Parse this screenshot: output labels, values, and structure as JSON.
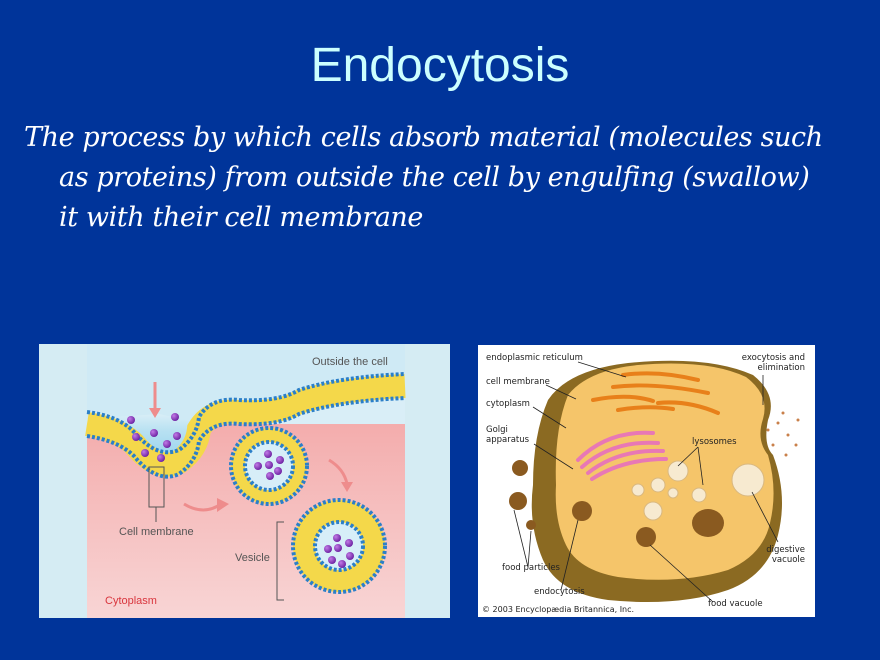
{
  "slide": {
    "title": "Endocytosis",
    "body_lines": [
      "The process by which cells absorb material (molecules such",
      "as proteins) from outside the cell by engulfing (swallow)",
      "it with their cell membrane"
    ],
    "colors": {
      "background": "#00349a",
      "title": "#ccffff",
      "body": "#ffffff"
    }
  },
  "figure_left": {
    "labels": {
      "outside": "Outside the cell",
      "membrane": "Cell membrane",
      "vesicle": "Vesicle",
      "cytoplasm": "Cytoplasm"
    }
  },
  "figure_right": {
    "labels": {
      "er": "endoplasmic reticulum",
      "cell_membrane": "cell membrane",
      "cytoplasm": "cytoplasm",
      "golgi_1": "Golgi",
      "golgi_2": "apparatus",
      "lysosomes": "lysosomes",
      "exocytosis_1": "exocytosis and",
      "exocytosis_2": "elimination",
      "digestive_1": "digestive",
      "digestive_2": "vacuole",
      "food_particles": "food particles",
      "endocytosis": "endocytosis",
      "food_vacuole": "food vacuole",
      "copyright": "© 2003 Encyclopædia Britannica, Inc."
    }
  }
}
